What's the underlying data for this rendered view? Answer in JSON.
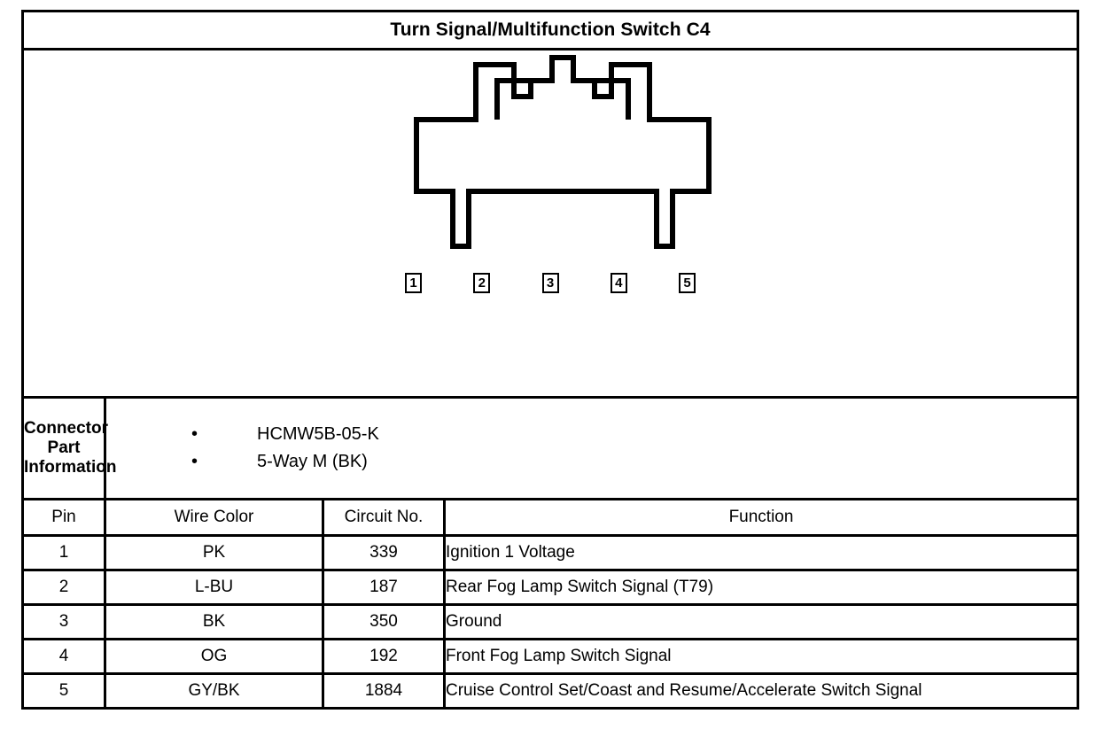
{
  "header": {
    "title": "Turn Signal/Multifunction Switch C4"
  },
  "diagram": {
    "name": "connector-face-view",
    "pins": [
      "1",
      "2",
      "3",
      "4",
      "5"
    ],
    "stroke_color": "#000000",
    "fill_color": "#ffffff"
  },
  "connector_part_information": {
    "label": "Connector Part Information",
    "items": [
      "HCMW5B-05-K",
      "5-Way M (BK)"
    ],
    "bullet_glyph": "•"
  },
  "pin_table": {
    "columns": [
      "Pin",
      "Wire Color",
      "Circuit No.",
      "Function"
    ],
    "rows": [
      {
        "pin": "1",
        "wire_color": "PK",
        "circuit_no": "339",
        "function": "Ignition 1 Voltage"
      },
      {
        "pin": "2",
        "wire_color": "L-BU",
        "circuit_no": "187",
        "function": "Rear Fog Lamp Switch Signal (T79)"
      },
      {
        "pin": "3",
        "wire_color": "BK",
        "circuit_no": "350",
        "function": "Ground"
      },
      {
        "pin": "4",
        "wire_color": "OG",
        "circuit_no": "192",
        "function": "Front Fog Lamp Switch Signal"
      },
      {
        "pin": "5",
        "wire_color": "GY/BK",
        "circuit_no": "1884",
        "function": "Cruise Control Set/Coast and Resume/Accelerate Switch Signal"
      }
    ]
  }
}
